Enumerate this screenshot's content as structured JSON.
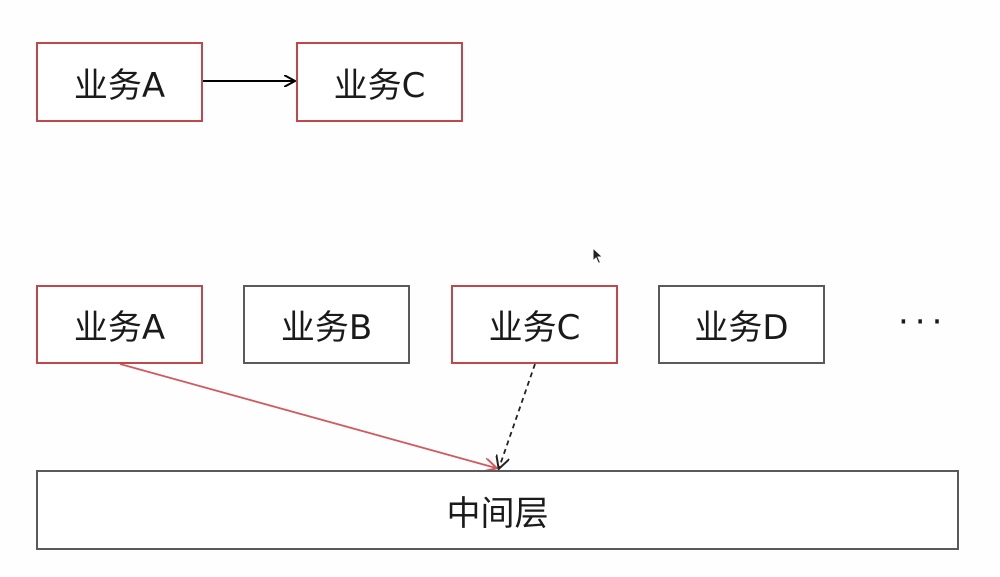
{
  "top_row": {
    "box_a": "业务A",
    "box_c": "业务C"
  },
  "business_row": {
    "box_a": "业务A",
    "box_b": "业务B",
    "box_c": "业务C",
    "box_d": "业务D",
    "ellipsis": "···"
  },
  "middle_layer": {
    "label": "中间层"
  },
  "colors": {
    "highlight_border": "#c0474a",
    "normal_border": "#5a5a5a",
    "solid_arrow": "#000000",
    "red_arrow": "#d05a5e",
    "dashed_arrow": "#222222"
  },
  "cursor": "mouse-pointer-icon"
}
